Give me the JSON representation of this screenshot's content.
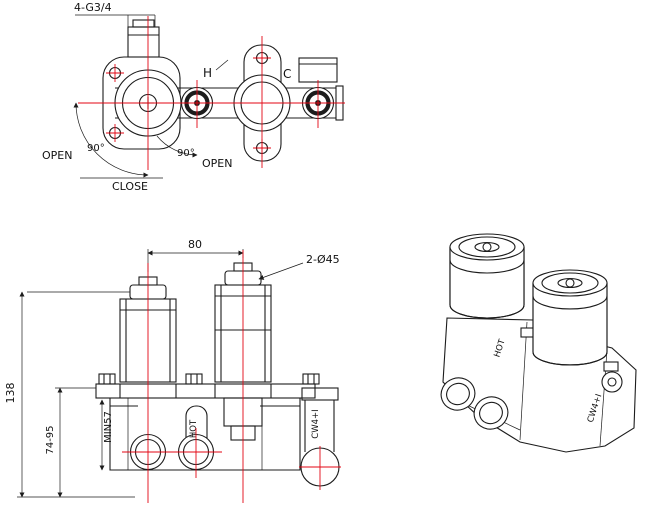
{
  "drawing": {
    "colors": {
      "background": "#ffffff",
      "line": "#1c1c1c",
      "centerline": "#e30613"
    },
    "top_view": {
      "dim_thread": "4-G3/4",
      "label_hot": "H",
      "label_cold": "C",
      "label_open_left": "OPEN",
      "label_angle_left": "90°",
      "label_close": "CLOSE",
      "label_angle_right": "90°",
      "label_open_right": "OPEN"
    },
    "front_view": {
      "dim_centers": "80",
      "dim_cartridges": "2-Ø45",
      "dim_total_height": "138",
      "dim_depth_range": "74-95",
      "dim_min_depth": "MIN57",
      "marking_hot": "HOT",
      "marking_cold": "CW4+I"
    },
    "iso_view": {
      "marking_hot": "HOT",
      "marking_cold": "CW4+I"
    }
  }
}
